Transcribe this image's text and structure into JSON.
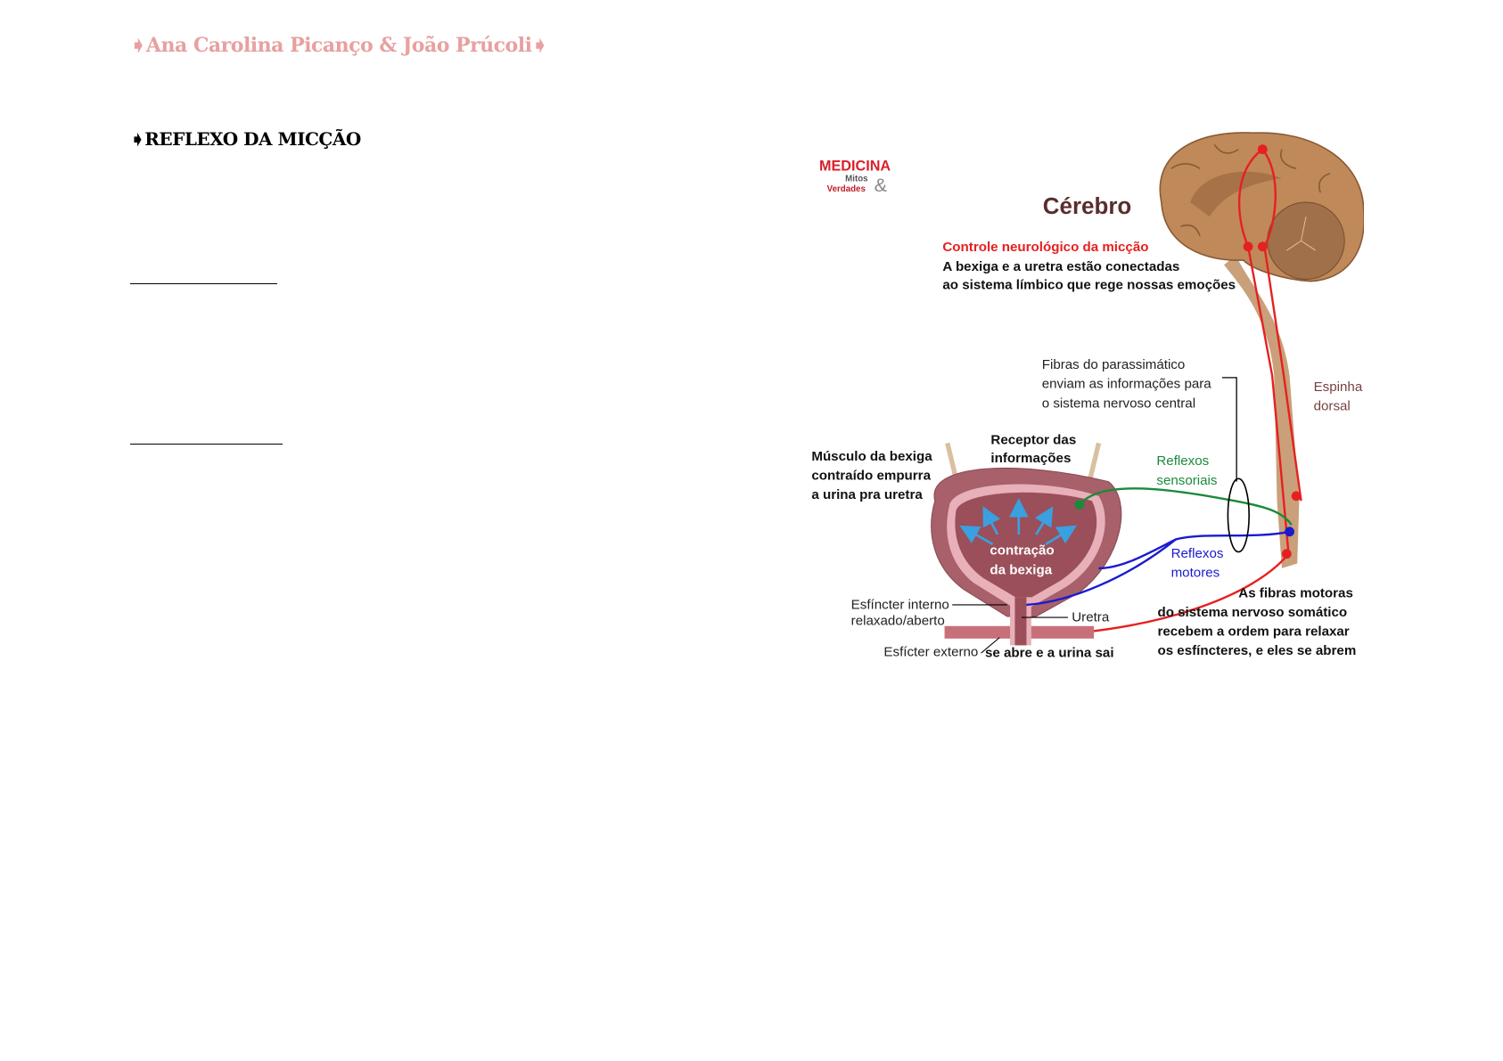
{
  "header": {
    "authors": "➧Ana Carolina Picanço & João Prúcoli➧"
  },
  "section": {
    "title": "➧REFLEXO DA MICÇÃO"
  },
  "figure": {
    "logo": {
      "main": "MEDICINA",
      "sub1": "Mitos",
      "sub2": "Verdades",
      "amp": "&"
    },
    "brain_title": "Cérebro",
    "control_title": "Controle neurológico da micção",
    "control_lines": [
      "A bexiga e a uretra estão conectadas",
      "ao sistema límbico que rege nossas emoções"
    ],
    "parasympathetic": [
      "Fibras do parassimático",
      "enviam as informações para",
      "o sistema nervoso central"
    ],
    "spine": [
      "Espinha",
      "dorsal"
    ],
    "receptor": [
      "Receptor das",
      "informações"
    ],
    "muscle": [
      "Músculo da bexiga",
      "contraído empurra",
      "a urina pra uretra"
    ],
    "sensory": [
      "Reflexos",
      "sensoriais"
    ],
    "motor": [
      "Reflexos",
      "motores"
    ],
    "contraction": [
      "contração",
      "da bexiga"
    ],
    "internal_sphincter": [
      "Esfíncter interno",
      "relaxado/aberto"
    ],
    "urethra": "Uretra",
    "external_sphincter": "Esfícter externo",
    "opens": "se abre e a urina sai",
    "motor_fibers": [
      "As fibras motoras",
      "do sistema nervoso somático",
      "recebem a ordem para relaxar",
      "os esfíncteres, e eles se abrem"
    ],
    "colors": {
      "red": "#e62020",
      "green": "#1a8a3a",
      "blue": "#1a1ad0",
      "brain": "#c0895a",
      "bladder": "#a8606a"
    }
  }
}
